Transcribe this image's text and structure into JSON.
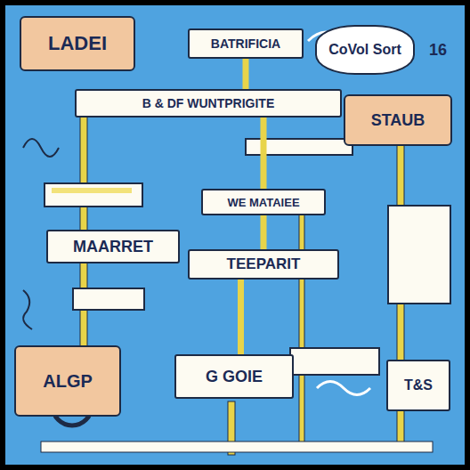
{
  "diagram": {
    "nodes": [
      {
        "text": [
          "LADEI"
        ]
      },
      {
        "text": [
          "BATRIFICIA"
        ]
      },
      {
        "text": [
          "CoVol Sort"
        ]
      },
      {
        "text": [
          "STAUB"
        ]
      },
      {
        "text": [
          "B & DF WUNTPRIGITE"
        ]
      },
      {
        "text": [
          "WE MATAIEE"
        ]
      },
      {
        "text": [
          "MAARRET"
        ]
      },
      {
        "text": [
          "TEEPARIT"
        ]
      },
      {
        "text": [
          "G GOIE"
        ]
      },
      {
        "text": [
          "ALGP"
        ]
      },
      {
        "text": [
          "T&S"
        ]
      }
    ],
    "edges": [
      {
        "from": 1,
        "to": 4,
        "arrow": "none"
      },
      {
        "from": 4,
        "to": 5,
        "arrow": "none"
      },
      {
        "from": 5,
        "to": 7,
        "arrow": "none"
      },
      {
        "from": 7,
        "to": 8,
        "arrow": "none"
      }
    ],
    "labels": [
      "16"
    ]
  }
}
